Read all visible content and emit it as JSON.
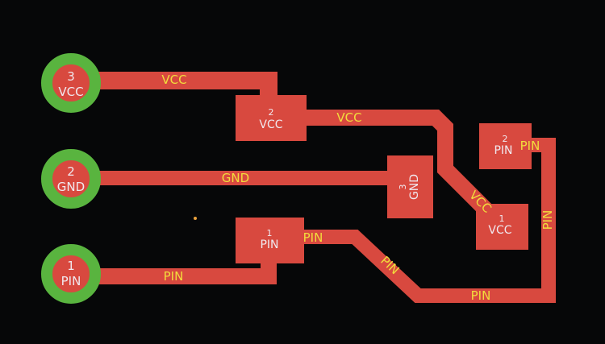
{
  "colors": {
    "background": "#060708",
    "copper": "#d8493f",
    "through_hole_ring": "#59b43f",
    "net_label": "#f2dc3c",
    "pad_label": "#f0e8ee"
  },
  "through_hole_pads": [
    {
      "number": "3",
      "name": "VCC"
    },
    {
      "number": "2",
      "name": "GND"
    },
    {
      "number": "1",
      "name": "PIN"
    }
  ],
  "smd_pads": [
    {
      "number": "2",
      "name": "VCC"
    },
    {
      "number": "3",
      "name": "GND"
    },
    {
      "number": "1",
      "name": "PIN"
    },
    {
      "number": "2",
      "name": "PIN"
    },
    {
      "number": "1",
      "name": "VCC"
    }
  ],
  "net_labels": [
    {
      "text": "VCC"
    },
    {
      "text": "VCC"
    },
    {
      "text": "VCC"
    },
    {
      "text": "GND"
    },
    {
      "text": "PIN"
    },
    {
      "text": "PIN"
    },
    {
      "text": "PIN"
    },
    {
      "text": "PIN"
    },
    {
      "text": "PIN"
    },
    {
      "text": "PIN"
    }
  ]
}
